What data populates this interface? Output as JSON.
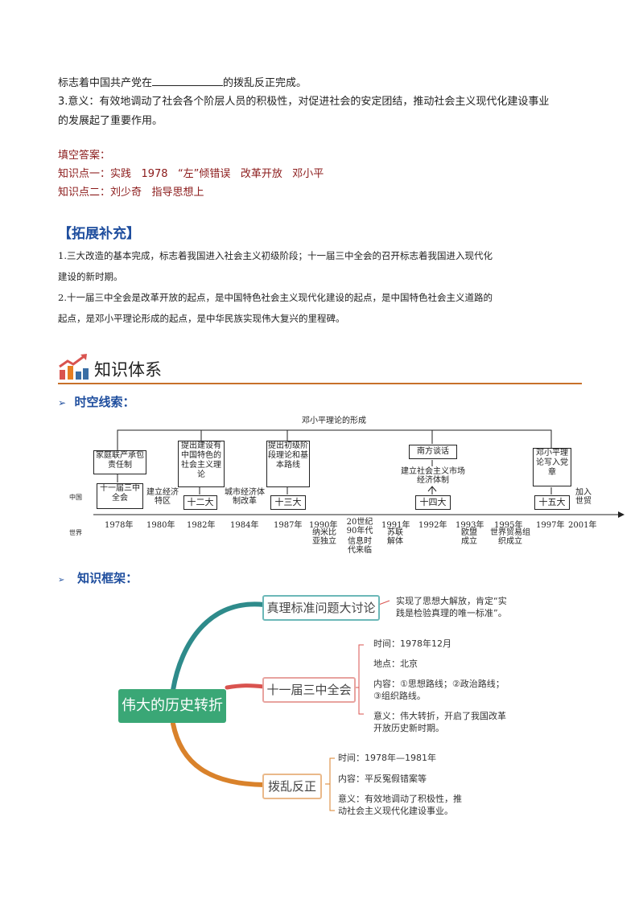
{
  "intro": {
    "line1_pre": "标志着中国共产党在",
    "line1_post": "的拨乱反正完成。",
    "line2": "3.意义：有效地调动了社会各个阶层人员的积极性，对促进社会的安定团结，推动社会主义现代化建设事业",
    "line3": "的发展起了重要作用。"
  },
  "answers": {
    "title": "填空答案：",
    "k1_label": "知识点一：",
    "k1_items": [
      "实践",
      "1978",
      "“左”倾错误",
      "改革开放",
      "邓小平"
    ],
    "k2_label": "知识点二：",
    "k2_items": [
      "刘少奇",
      "指导思想上"
    ]
  },
  "extension": {
    "heading": "【拓展补充】",
    "p1a": "1.三大改造的基本完成，标志着我国进入社会主义初级阶段；十一届三中全会的召开标志着我国进入现代化",
    "p1b": "建设的新时期。",
    "p2a": "2.十一届三中全会是改革开放的起点，是中国特色社会主义现代化建设的起点，是中国特色社会主义道路的",
    "p2b": "起点，是邓小平理论形成的起点，是中华民族实现伟大复兴的里程碑。"
  },
  "section": {
    "title": "知识体系",
    "accent": "#c8702a"
  },
  "timeline": {
    "heading": "时空线索：",
    "top_label": "邓小平理论的形成",
    "row_china": "中国",
    "row_world": "世界",
    "boxes": {
      "b1": "家庭联产承包责任制",
      "b2": "提出建设有中国特色的社会主义理论",
      "b3": "提出初级阶段理论和基本路线",
      "b4": "南方谈话",
      "b5": "邓小平理论写入党章",
      "c1": "十一届三中全会",
      "c2": "十二大",
      "c3": "十三大",
      "c4": "十四大",
      "c5": "十五大"
    },
    "china_events": {
      "e1": "建立经济特区",
      "e2": "城市经济体制改革",
      "e3": "建立社会主义市场经济体制",
      "e4": "加入世贸"
    },
    "years": [
      "1978年",
      "1980年",
      "1982年",
      "1984年",
      "1987年",
      "1990年",
      "20世纪90年代",
      "1991年",
      "1992年",
      "1993年",
      "1995年",
      "1997年",
      "2001年"
    ],
    "world_events": {
      "w1": "纳米比亚独立",
      "w2": "信息时代来临",
      "w3": "苏联解体",
      "w4": "欧盟成立",
      "w5": "世界贸易组织成立"
    }
  },
  "framework": {
    "heading": "知识框架：",
    "root": "伟大的历史转折",
    "n1": "真理标准问题大讨论",
    "n1_desc": [
      "实现了思想大解放，肯定“实",
      "践是检验真理的唯一标准”。"
    ],
    "n2": "十一届三中全会",
    "n2_time": "时间：1978年12月",
    "n2_place": "地点：北京",
    "n2_content": [
      "内容：①思想路线；②政治路线；",
      "③组织路线。"
    ],
    "n2_meaning": [
      "意义：伟大转折，开启了我国改革",
      "开放历史新时期。"
    ],
    "n3": "拨乱反正",
    "n3_time": "时间：1978年—1981年",
    "n3_content": "内容：平反冤假错案等",
    "n3_meaning": [
      "意义：有效地调动了积极性，推",
      "动社会主义现代化建设事业。"
    ],
    "colors": {
      "teal": "#2e8b8b",
      "red": "#d9534f",
      "orange": "#d9822b",
      "root_bg": "#3aa776"
    }
  }
}
